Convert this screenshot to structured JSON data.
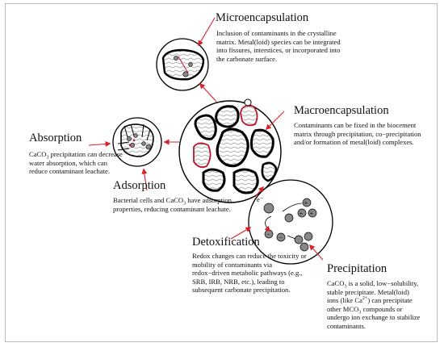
{
  "mechanisms": {
    "microencapsulation": {
      "title": "Microencapsulation",
      "body": "Inclusion of contaminants in the crystalline matrix. Metal(loid) species can be integrated into fissures, interstices, or incorporated into the carbonate surface."
    },
    "macroencapsulation": {
      "title": "Macroencapsulation",
      "body": "Contaminants can be fixed in the biocement matrix through precipitation, co−precipitation and/or formation of metal(loid) complexes."
    },
    "absorption": {
      "title": "Absorption",
      "body_pre": "CaCO",
      "body_sub": "3",
      "body_post": " precipitation can decrease water absorption, which can reduce contaminant leachate."
    },
    "adsorption": {
      "title": "Adsorption",
      "body_pre": "Bacterial cells and CaCO",
      "body_sub": "3",
      "body_post": " have adsorption properties, reducing contaminant leachate."
    },
    "detoxification": {
      "title": "Detoxification",
      "body": "Redox changes can reduce the toxicity or mobility of contaminants via redox−driven metabolic pathways (e.g., SRB, IRB, NRB, etc.), leading to subsequent carbonate precipitation."
    },
    "precipitation": {
      "title": "Precipitation",
      "body_1": "CaCO",
      "body_1_sub": "3",
      "body_2": " is a solid, low−solubility, stable precipitate. Metal(loid) ions (like Ca",
      "body_2_sup": "2+",
      "body_3": ") can precipitate other MCO",
      "body_3_sub": "3",
      "body_4": " compounds or undergo ion exchange to stabilize contaminants."
    }
  },
  "symbols": {
    "electron": "e⁻",
    "plus": "+",
    "minus": "−"
  },
  "colors": {
    "arrow": "#d9202a",
    "outline": "#000000",
    "particle": "#888888",
    "text": "#111111"
  }
}
